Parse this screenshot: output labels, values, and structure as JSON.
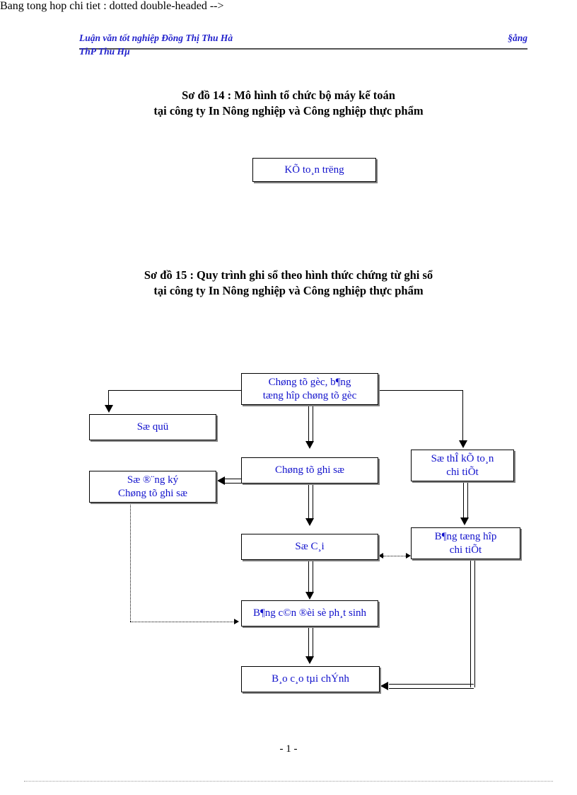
{
  "header": {
    "left": "Luận văn tốt nghiệp   Đồng Thị Thu Hà",
    "right": "§ång",
    "second_line": "ThP Thu Hµ"
  },
  "titles": {
    "diagram14": {
      "line1": "Sơ đồ 14 : Mô hình tổ chức bộ máy kế toán",
      "line2": "tại công ty In Nông nghiệp và Công nghiệp thực phẩm"
    },
    "diagram15": {
      "line1": "Sơ đồ 15 : Quy trình ghi sổ theo hình thức chứng từ ghi sổ",
      "line2": "tại công ty In Nông nghiệp và Công nghiệp thực phẩm"
    }
  },
  "diagram14": {
    "nodes": [
      {
        "id": "ketoantruong",
        "lines": [
          "KÕ to¸n trëng"
        ]
      }
    ]
  },
  "diagram15": {
    "nodes": [
      {
        "id": "chungtugoc",
        "lines": [
          "Chøng tõ gèc, b¶ng",
          "tæng hîp chøng tõ gèc"
        ]
      },
      {
        "id": "soquy",
        "lines": [
          "Sæ quü"
        ]
      },
      {
        "id": "sodangky",
        "lines": [
          "Sæ ®¨ng ký",
          "Chøng tõ ghi sæ"
        ]
      },
      {
        "id": "chungtughiso",
        "lines": [
          "Chøng tõ ghi sæ"
        ]
      },
      {
        "id": "sothe",
        "lines": [
          "Sæ thÎ kÕ to¸n",
          "chi tiÕt"
        ]
      },
      {
        "id": "socai",
        "lines": [
          "Sæ C¸i"
        ]
      },
      {
        "id": "bangtonghop",
        "lines": [
          "B¶ng tæng hîp",
          "chi tiÕt"
        ]
      },
      {
        "id": "bangcandoi",
        "lines": [
          "B¶ng c©n ®èi  sè ph¸t sinh"
        ]
      },
      {
        "id": "baocao",
        "lines": [
          "B¸o c¸o tµi chÝnh"
        ]
      }
    ]
  },
  "footer": {
    "page_number": "- 1 -"
  },
  "colors": {
    "box_text": "#1111cc",
    "header_text": "#2222cc",
    "title_text": "#000000",
    "connector": "#000000",
    "box_border": "#000000",
    "box_shadow": "#808080"
  }
}
